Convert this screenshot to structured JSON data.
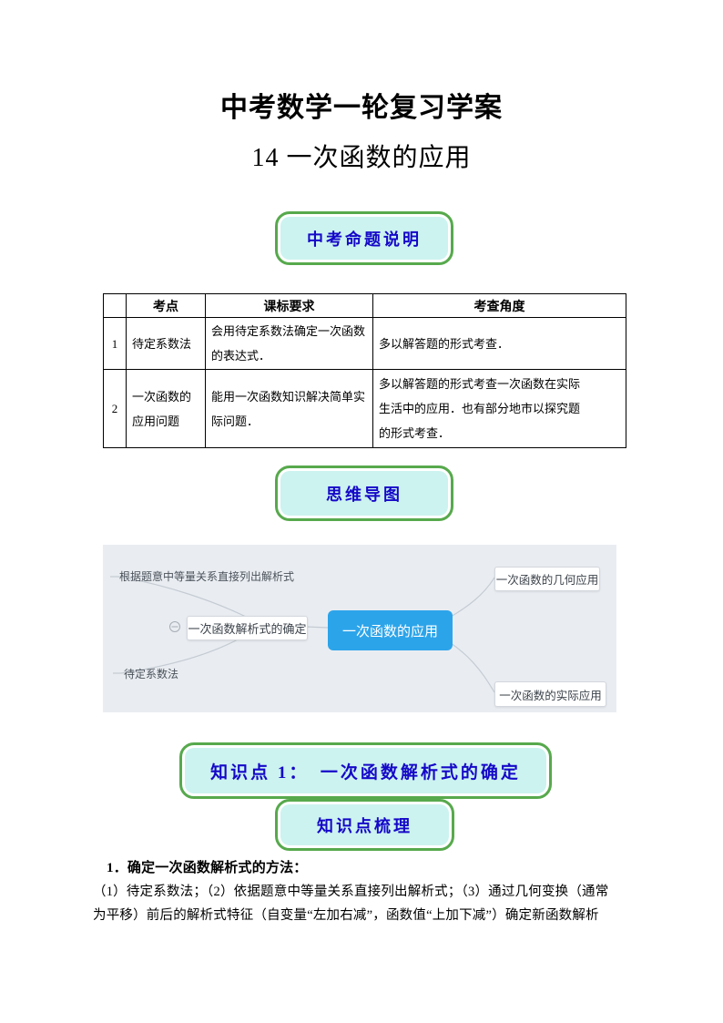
{
  "page": {
    "title": "中考数学一轮复习学案",
    "subtitle": "14 一次函数的应用"
  },
  "pills": {
    "exam_notes": "中考命题说明",
    "mindmap": "思维导图",
    "knowledge_point_1": "知识点 1：　一次函数解析式的确定",
    "knowledge_summary": "知识点梳理"
  },
  "table": {
    "headers": [
      "",
      "考点",
      "课标要求",
      "考查角度"
    ],
    "rows": [
      {
        "num": "1",
        "point": "待定系数法",
        "requirement": "会用待定系数法确定一次函数\n的表达式．",
        "angle": "多以解答题的形式考查．"
      },
      {
        "num": "2",
        "point": "一次函数的\n应用问题",
        "requirement": "能用一次函数知识解决简单实\n际问题．",
        "angle": "多以解答题的形式考查一次函数在实际\n生活中的应用．也有部分地市以探究题\n的形式考查．"
      }
    ]
  },
  "mindmap": {
    "root": "一次函数的应用",
    "left_branch": "一次函数解析式的确定",
    "left_leaves": [
      "根据题意中等量关系直接列出解析式",
      "待定系数法"
    ],
    "right_leaves": [
      "一次函数的几何应用",
      "一次函数的实际应用"
    ]
  },
  "body": {
    "line1": "1．确定一次函数解析式的方法：",
    "line2": "（1）待定系数法；（2）依据题意中等量关系直接列出解析式；（3）通过几何变换（通常",
    "line3": "为平移）前后的解析式特征（自变量“左加右减”，函数值“上加下减”）确定新函数解析"
  },
  "colors": {
    "pill_background": "#ccf3f0",
    "pill_border": "#57a94c",
    "pill_text": "#1508c8",
    "mindmap_background": "#e9edf2",
    "mindmap_root": "#2ca4ea",
    "mindmap_line": "#c5cbd3"
  }
}
